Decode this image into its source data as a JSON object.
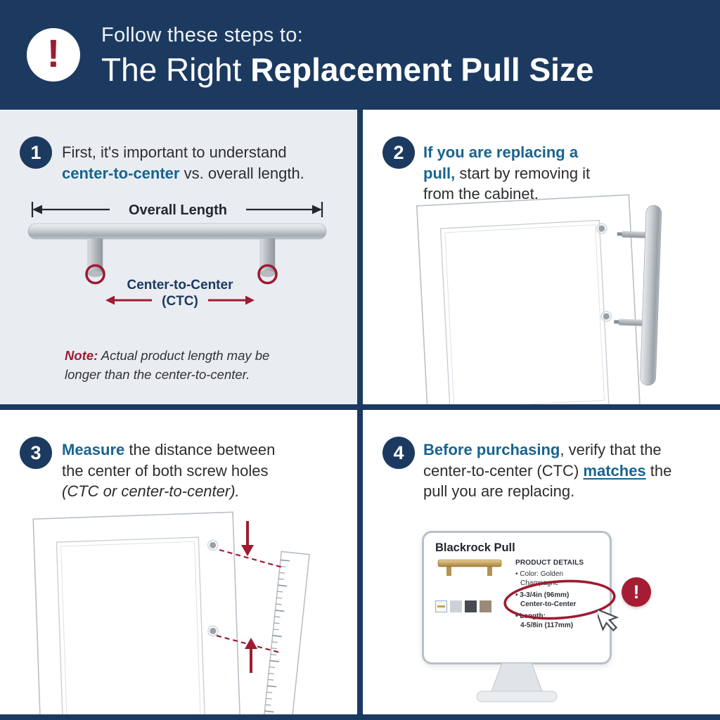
{
  "icons": {
    "exclamation": "!"
  },
  "colors": {
    "navy": "#1c3a60",
    "blue_accent": "#17648f",
    "maroon": "#9e1b32",
    "step1_bg": "#e9edf2"
  },
  "header": {
    "line1": "Follow these steps to:",
    "line2_regular": "The Right ",
    "line2_bold": "Replacement Pull Size"
  },
  "steps": [
    {
      "number": "1",
      "text": {
        "part1": "First, it's important to understand",
        "highlight": "center-to-center",
        "part2": " vs. overall length."
      },
      "diagram": {
        "overall_label": "Overall Length",
        "ctc_line1": "Center-to-Center",
        "ctc_line2": "(CTC)"
      },
      "note": {
        "label": "Note:",
        "text": " Actual product length may be longer than the center-to-center."
      }
    },
    {
      "number": "2",
      "text": {
        "highlight": "If you are replacing a pull,",
        "part2": " start by removing it from the cabinet."
      }
    },
    {
      "number": "3",
      "text": {
        "highlight": "Measure",
        "part2": " the distance between the center of both screw holes ",
        "italic": "(CTC or center-to-center)."
      }
    },
    {
      "number": "4",
      "text": {
        "highlight": "Before purchasing",
        "part2": ", verify that the center-to-center (CTC) ",
        "link": "matches",
        "part3": " the pull you are replacing."
      },
      "screen": {
        "title": "Blackrock Pull",
        "details_header": "PRODUCT DETAILS",
        "bullets": [
          {
            "line1": "• Color: Golden",
            "line2": "Champagne"
          },
          {
            "line1": "• 3-3/4in (96mm)",
            "line2": "Center-to-Center"
          },
          {
            "line1": "• Length:",
            "line2": "4-5/8in (117mm)"
          }
        ]
      }
    }
  ]
}
